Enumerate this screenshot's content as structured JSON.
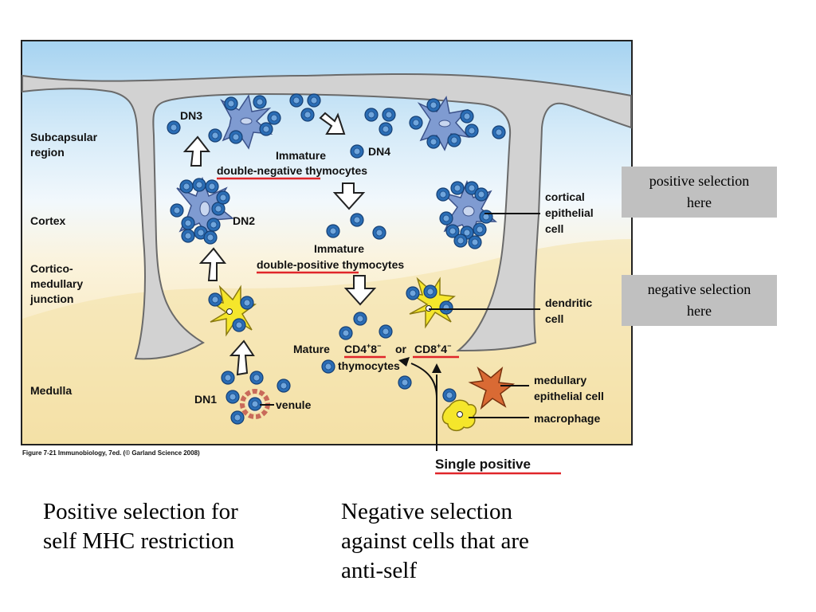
{
  "diagram": {
    "regions": {
      "subcapsular": "Subcapsular region",
      "cortex": "Cortex",
      "corticomedullary": "Cortico-medullary junction",
      "medulla": "Medulla"
    },
    "stages": {
      "dn1": "DN1",
      "dn2": "DN2",
      "dn3": "DN3",
      "dn4": "DN4",
      "immature_dn_1": "Immature",
      "immature_dn_2": "double-negative thymocytes",
      "immature_dp_1": "Immature",
      "immature_dp_2": "double-positive thymocytes",
      "mature_text": "Mature",
      "mature_or": "or",
      "mature_thymocytes": "thymocytes",
      "cd4_base": "CD4",
      "cd4_sup_plus": "+",
      "cd4_8": "8",
      "cd4_sup_minus": "−",
      "cd8_base": "CD8",
      "cd8_sup_plus": "+",
      "cd8_4": "4",
      "cd8_sup_minus": "−",
      "venule": "venule"
    },
    "cell_labels": {
      "cortical_1": "cortical",
      "cortical_2": "epithelial",
      "cortical_3": "cell",
      "dendritic_1": "dendritic",
      "dendritic_2": "cell",
      "medullary_1": "medullary",
      "medullary_2": "epithelial cell",
      "macrophage": "macrophage"
    },
    "caption": "Figure 7-21  Immunobiology, 7ed. (© Garland Science 2008)",
    "single_positive": "Single positive"
  },
  "annotations": {
    "positive_box_1": "positive selection",
    "positive_box_2": "here",
    "negative_box_1": "negative selection",
    "negative_box_2": "here",
    "positive_text_1": "Positive selection for",
    "positive_text_2": "self MHC restriction",
    "negative_text_1": "Negative selection",
    "negative_text_2": "against cells that are",
    "negative_text_3": "anti-self"
  },
  "colors": {
    "underline": "#e0262a",
    "thymocyte": "#2a6db5",
    "capsule": "#d4d4d4",
    "cortex_top": "#a9d4f0",
    "medulla": "#f3dfa6",
    "dendritic": "#f5e62b",
    "medullary_epithelial": "#d96a34"
  }
}
